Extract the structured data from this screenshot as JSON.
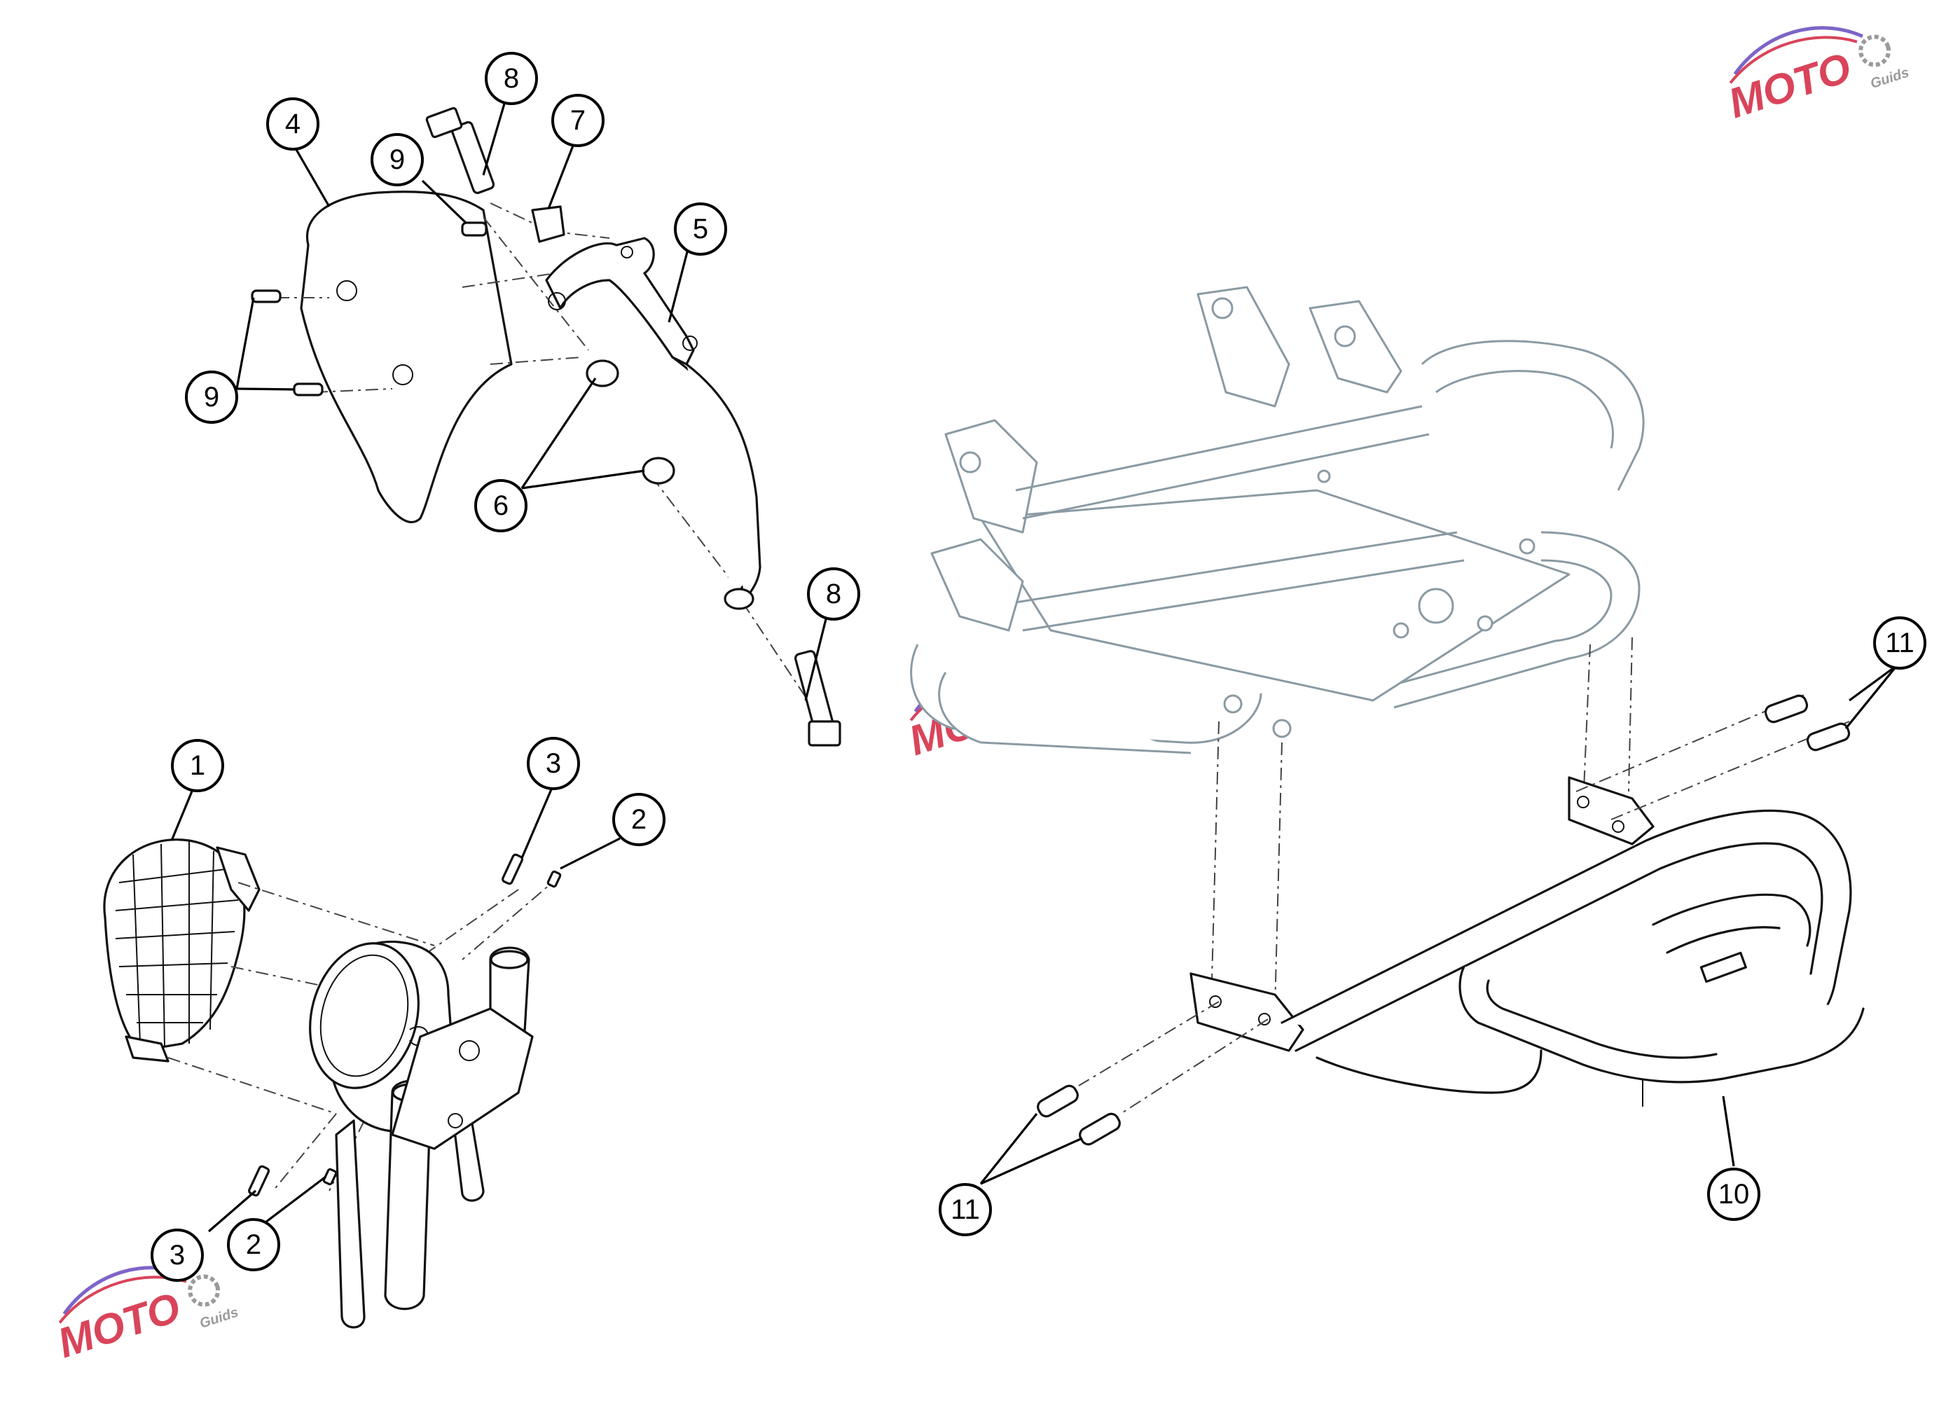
{
  "callouts": {
    "c1": "1",
    "c2a": "2",
    "c2b": "2",
    "c3a": "3",
    "c3b": "3",
    "c4": "4",
    "c5": "5",
    "c6": "6",
    "c7": "7",
    "c8a": "8",
    "c8b": "8",
    "c9a": "9",
    "c9b": "9",
    "c10": "10",
    "c11a": "11",
    "c11b": "11"
  },
  "watermark": {
    "brand": "MOTO",
    "sub": "Guids"
  },
  "colors": {
    "line": "#111111",
    "ghost_frame": "#8a9aa3",
    "watermark_red": "#d9445a",
    "watermark_purple": "#7d64c8",
    "watermark_gray": "#9a9a9a"
  }
}
